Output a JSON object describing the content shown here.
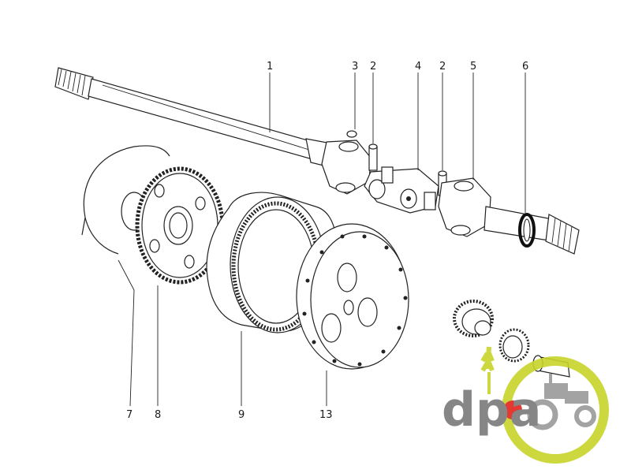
{
  "diagram": {
    "labels": {
      "shaft": "1",
      "pin_upper": "2",
      "pin_lower": "2",
      "circlip": "3",
      "cross": "4",
      "yoke": "5",
      "seal": "6",
      "snap_ring": "7",
      "sun_gear_carrier": "8",
      "ring_gear": "9",
      "hub_flange": "13"
    }
  },
  "logo": {
    "text": "dpa",
    "colors": {
      "green": "#c7d42a",
      "gray": "#7a7a7a",
      "red": "#e2231a"
    }
  }
}
